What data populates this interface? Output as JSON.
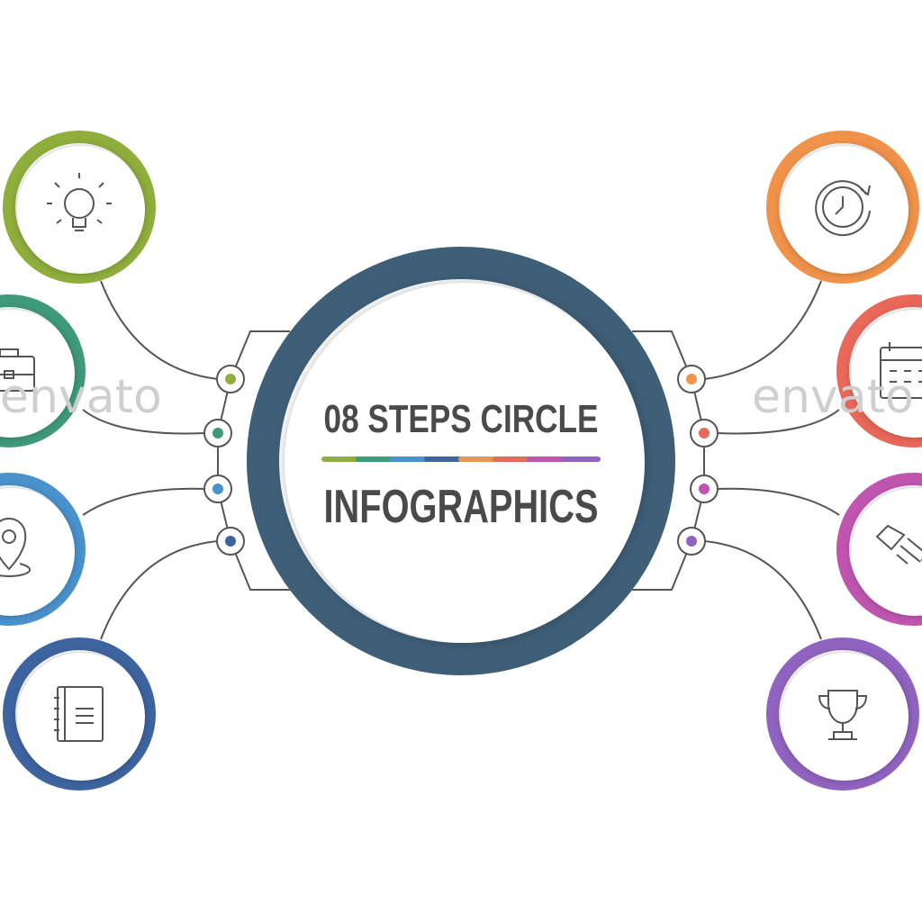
{
  "title": {
    "line1": "08 STEPS CIRCLE",
    "line2": "INFOGRAPHICS"
  },
  "watermark": "envato",
  "colors": {
    "ring": "#3f5f78",
    "line": "#555555"
  },
  "steps": [
    {
      "color": "#8fae3c",
      "icon": "lightbulb-icon"
    },
    {
      "color": "#3e9a7a",
      "icon": "briefcase-icon"
    },
    {
      "color": "#4a92cc",
      "icon": "location-pin-icon"
    },
    {
      "color": "#3e64a0",
      "icon": "notebook-icon"
    },
    {
      "color": "#f0924a",
      "icon": "clock-refresh-icon"
    },
    {
      "color": "#e8685a",
      "icon": "calendar-icon"
    },
    {
      "color": "#c055b0",
      "icon": "handshake-icon"
    },
    {
      "color": "#9163c0",
      "icon": "trophy-icon"
    }
  ]
}
